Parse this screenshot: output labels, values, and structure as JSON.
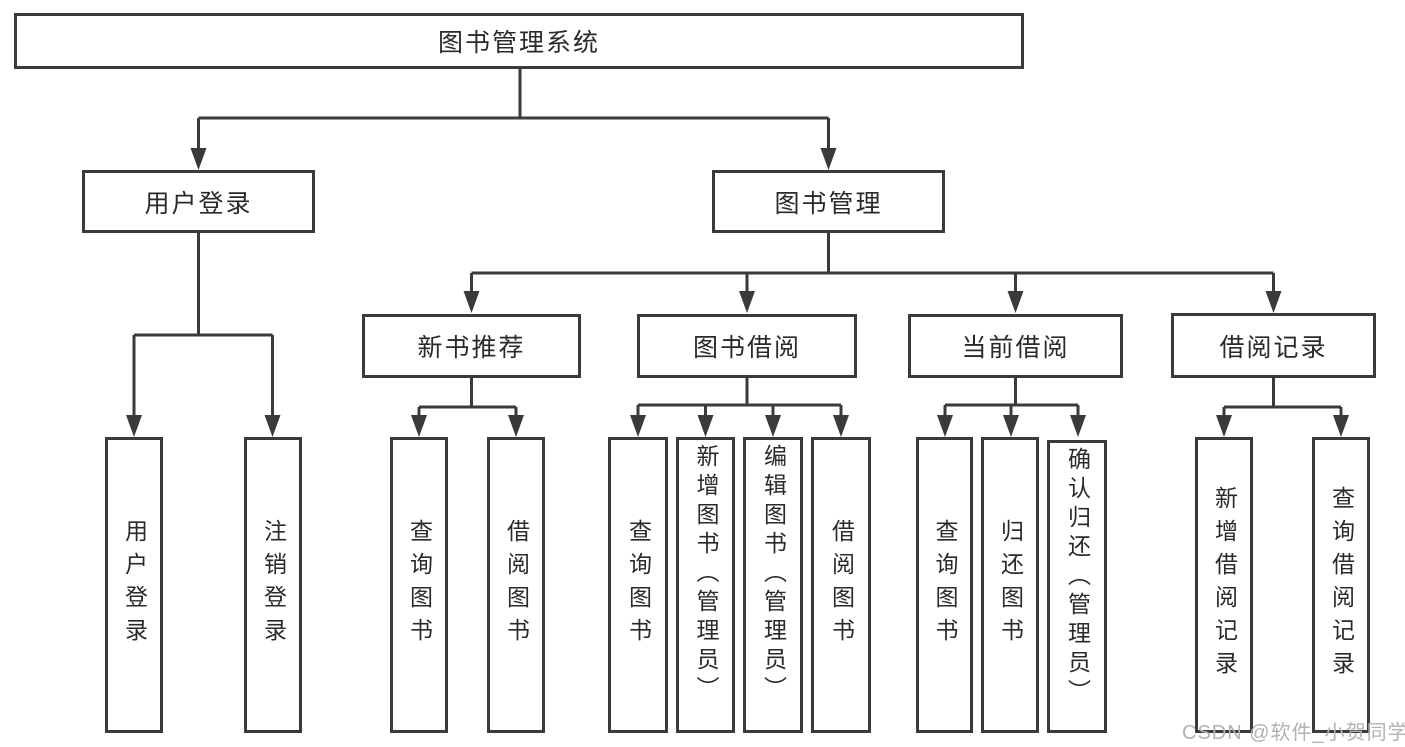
{
  "colors": {
    "line": "#3a3a3a",
    "text": "#2a2a2a",
    "background": "#ffffff",
    "watermark": "#b2b2b2"
  },
  "watermark": {
    "text": "CSDN @软件_小贺同学"
  },
  "diagram": {
    "type": "hierarchy-diagram",
    "root": "图书管理系统",
    "level2": [
      "用户登录",
      "图书管理"
    ],
    "level3": [
      "新书推荐",
      "图书借阅",
      "当前借阅",
      "借阅记录"
    ],
    "leaves": {
      "login": [
        "用户登录",
        "注销登录"
      ],
      "recommend": [
        "查询图书",
        "借阅图书"
      ],
      "borrow": [
        "查询图书",
        "新增图书（管理员）",
        "编辑图书（管理员）",
        "借阅图书"
      ],
      "current": [
        "查询图书",
        "归还图书",
        "确认归还（管理员）"
      ],
      "records": [
        "新增借阅记录",
        "查询借阅记录"
      ]
    },
    "edges": [
      "图书管理系统→用户登录",
      "图书管理系统→图书管理",
      "用户登录→用户登录",
      "用户登录→注销登录",
      "图书管理→新书推荐",
      "图书管理→图书借阅",
      "图书管理→当前借阅",
      "图书管理→借阅记录",
      "新书推荐→查询图书",
      "新书推荐→借阅图书",
      "图书借阅→查询图书",
      "图书借阅→新增图书（管理员）",
      "图书借阅→编辑图书（管理员）",
      "图书借阅→借阅图书",
      "当前借阅→查询图书",
      "当前借阅→归还图书",
      "当前借阅→确认归还（管理员）",
      "借阅记录→新增借阅记录",
      "借阅记录→查询借阅记录"
    ]
  }
}
